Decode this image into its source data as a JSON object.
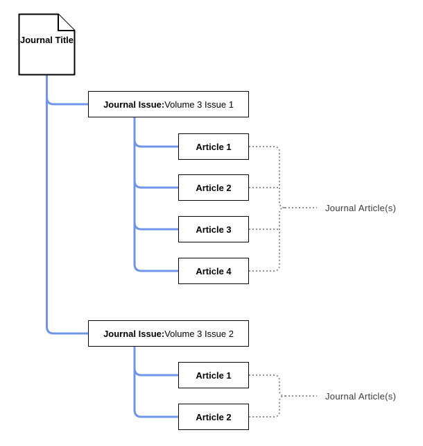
{
  "diagram": {
    "title_node": {
      "label": "Journal Title"
    },
    "issues": [
      {
        "label_prefix": "Journal Issue:",
        "label_value": "Volume 3 Issue 1",
        "articles": [
          "Article 1",
          "Article 2",
          "Article 3",
          "Article 4"
        ],
        "group_label": "Journal Article(s)"
      },
      {
        "label_prefix": "Journal Issue:",
        "label_value": "Volume 3 Issue 2",
        "articles": [
          "Article 1",
          "Article 2"
        ],
        "group_label": "Journal Article(s)"
      }
    ],
    "colors": {
      "connector": "#6F95E8",
      "dotted": "#909090",
      "border": "#000000",
      "background": "#FFFFFF"
    }
  }
}
